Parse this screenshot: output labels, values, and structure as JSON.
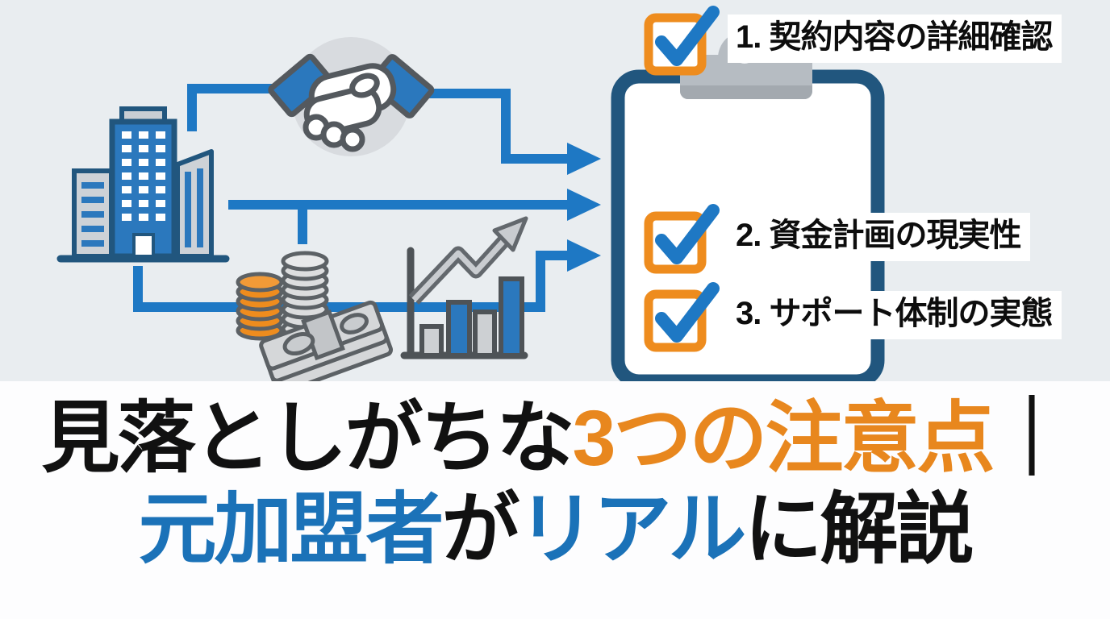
{
  "colors": {
    "background_top": "#E9EDF0",
    "background_bottom": "#FDFDFE",
    "arrow_blue": "#1E78C4",
    "building_blue": "#2B78BD",
    "clipboard_navy": "#21567E",
    "checkbox_orange": "#EE8C1E",
    "coin_orange": "#EE8C1E",
    "icon_gray": "#C9CED3",
    "clip_gray": "#B6BCC2",
    "headline_black": "#111111",
    "headline_orange": "#E8871E",
    "headline_blue": "#1B72B8"
  },
  "icons": [
    "building-icon",
    "handshake-icon",
    "money-icon",
    "growth-chart-icon",
    "arrow-right-icon",
    "clipboard-icon",
    "checkbox-checked-icon"
  ],
  "checklist": {
    "items": [
      {
        "label": "1. 契約内容の詳細確認"
      },
      {
        "label": "2. 資金計画の現実性"
      },
      {
        "label": "3. サポート体制の実態"
      }
    ]
  },
  "headline": {
    "line1": {
      "segments": [
        {
          "text": "見落としがちな",
          "color": "#111111"
        },
        {
          "text": "3つの注意点",
          "color": "#E8871E"
        },
        {
          "text": "｜",
          "color": "#111111"
        }
      ]
    },
    "line2": {
      "segments": [
        {
          "text": "元加盟者",
          "color": "#1B72B8"
        },
        {
          "text": "が",
          "color": "#111111"
        },
        {
          "text": "リアル",
          "color": "#1B72B8"
        },
        {
          "text": "に解説",
          "color": "#111111"
        }
      ]
    }
  }
}
